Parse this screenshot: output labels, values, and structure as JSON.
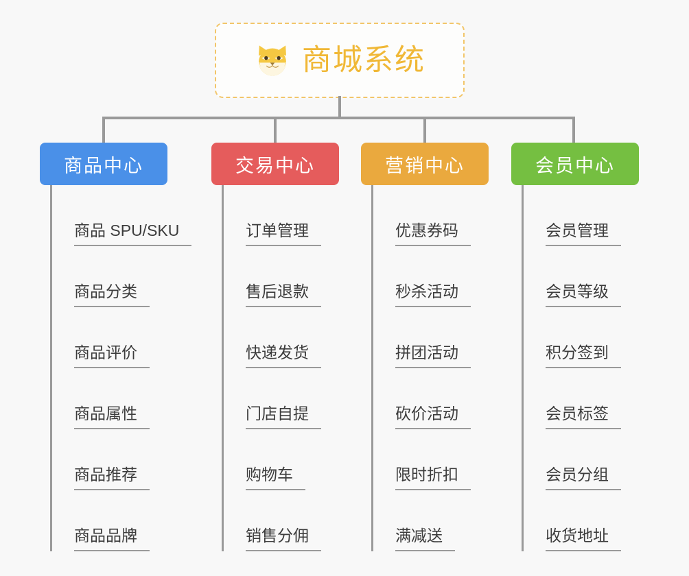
{
  "page": {
    "background_color": "#f8f8f8",
    "title": "商城系统 功能架构图"
  },
  "root": {
    "icon": "shiba-dog-face-icon",
    "label": "商城系统",
    "text_color": "#f0b837",
    "border_color": "#f2c66a",
    "background_color": "#fdfdfc"
  },
  "connector": {
    "color": "#9a9a9a",
    "stroke_width": 4
  },
  "columns": [
    {
      "id": "product-center",
      "header": "商品中心",
      "color": "#4a90e8",
      "items": [
        "商品 SPU/SKU",
        "商品分类",
        "商品评价",
        "商品属性",
        "商品推荐",
        "商品品牌"
      ]
    },
    {
      "id": "trade-center",
      "header": "交易中心",
      "color": "#e55c5c",
      "items": [
        "订单管理",
        "售后退款",
        "快递发货",
        "门店自提",
        "购物车",
        "销售分佣"
      ]
    },
    {
      "id": "marketing-center",
      "header": "营销中心",
      "color": "#eaa93e",
      "items": [
        "优惠券码",
        "秒杀活动",
        "拼团活动",
        "砍价活动",
        "限时折扣",
        "满减送"
      ]
    },
    {
      "id": "member-center",
      "header": "会员中心",
      "color": "#75bf41",
      "items": [
        "会员管理",
        "会员等级",
        "积分签到",
        "会员标签",
        "会员分组",
        "收货地址"
      ]
    }
  ]
}
